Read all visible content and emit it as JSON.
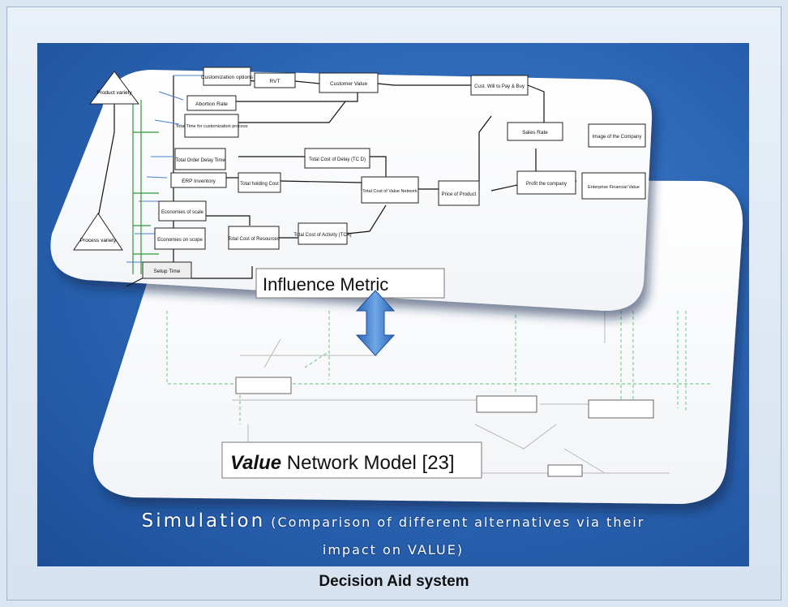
{
  "top_panel": {
    "label": "Influence Metric",
    "nodes": {
      "product_variety": "Product variety",
      "process_variety": "Process variety",
      "customization_options": "Customization options",
      "rvt": "RVT",
      "customer_value": "Customer Value",
      "abortion_rate": "Abortion Rate",
      "total_time_customization": "Total Time for customization process",
      "cust_will_pay": "Cust. Will to Pay & Buy",
      "sales_rate": "Sales Rate",
      "image_company": "Image of the Company",
      "total_order_delay": "Total Order Delay Time",
      "total_cost_delay": "Total Cost of Delay (TC D)",
      "erp_inventory": "ERP Inventory",
      "total_holding_cost": "Total holding Cost",
      "total_cost_value_network": "Total Cost of Value Network",
      "price_of_product": "Price of Product",
      "profit_company": "Profit the company",
      "enterprise_financial_value": "Enterprise Financial Value",
      "economies_scale": "Economies of scale",
      "economies_scope": "Economies on scope",
      "total_cost_resources": "Total Cost of Resources",
      "total_cost_activity": "Total Cost of Activity (TCA)",
      "setup_time": "Setup Time"
    }
  },
  "bottom_panel": {
    "label_bold": "Value",
    "label_rest": " Network Model [23]"
  },
  "simulation": {
    "title_big": "Simulation",
    "title_rest_line1": " (Comparison of different alternatives via their",
    "title_line2": "impact on VALUE)"
  },
  "footer": "Decision Aid system",
  "colors": {
    "background": "#2a63b2",
    "arrow": "#3f7fc9",
    "connector_blue": "#4a7fd0",
    "connector_green": "#2e9a3a"
  },
  "icons": [
    "double-arrow-icon"
  ]
}
